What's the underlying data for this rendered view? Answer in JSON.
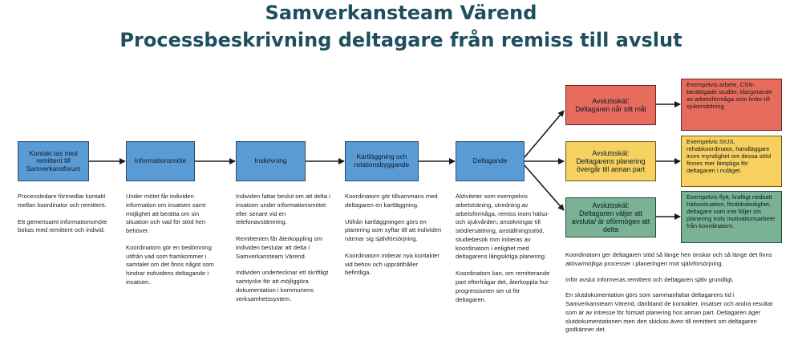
{
  "title": {
    "line1": "Samverkansteam Värend",
    "line2": "Processbeskrivning deltagare från remiss till avslut"
  },
  "steps": [
    {
      "label": "Kontakt tas med remittent till Samverkansforum"
    },
    {
      "label": "Informationsmöte"
    },
    {
      "label": "Inskrivning"
    },
    {
      "label": "Kartläggning och relationsbyggande"
    },
    {
      "label": "Deltagande"
    }
  ],
  "outcomes": [
    {
      "label1": "Avslutsskäl:",
      "label2": "Deltagaren når sitt mål",
      "color": "#e86c5d",
      "example": "Exempelvis arbete, CSN-berättigade studier, klargörande av arbetsförmåga som leder till sjukersättning"
    },
    {
      "label1": "Avslutsskäl:",
      "label2": "Deltagarens planering övergår till annan part",
      "color": "#f6d15f",
      "example": "Exempelvis SIUS, rehabkoordinator, handläggare inom myndighet om dessa stöd finnes mer lämpliga för deltagaren i nuläget."
    },
    {
      "label1": "Avslutsskäl:",
      "label2": "Deltagaren väljer att avsluta/ är oförmögen att delta",
      "color": "#79b294",
      "example": "Exempelvis flytt, kraftigt nedsatt hälsosituation, föräldraledighet, deltagare som inte följer sin planering trots motivationsarbete från koordinatorn."
    }
  ],
  "descriptions": {
    "kontakt": [
      "Processledare förmedlar kontakt mellan koordinator och remittent.",
      "Ett gemensamt informationsmöte bokas med remittent och individ."
    ],
    "informationsmote": [
      "Under mötet får individen information om insatsen samt möjlighet att berätta om sin situation och vad för stöd hen behöver.",
      "Koordinatorn gör en bedömning utifrån vad som framkommer i samtalet om det finns något som hindrar individens deltagande i insatsen."
    ],
    "inskrivning": [
      "Individen fattar beslut om att delta i insatsen under informationsmötet eller senare vid en telefonavstämning.",
      "Remittenten får återkoppling om individen beslutar att delta i Samverkansteam Värend.",
      "Individen undertecknar ett skriftligt samtycke för att möjliggöra dokumentation i kommunens verksamhetssystem."
    ],
    "kartlaggning": [
      "Koordinatorn gör tillsammans med deltagaren en kartläggning.",
      "Utifrån kartläggningen görs en planering som syftar till att individen närmar sig självförsörjning.",
      "Koordinatorn initierar nya kontakter vid behov och upprätthåller befintliga."
    ],
    "deltagande": [
      "Aktiviteter som exempelvis arbetsträning, utredning av arbetsförmåga, remiss inom hälso- och sjukvården, ansökningar till stöd/ersättning, anställningsstöd, studiebesök mm initieras av koordinatorn i enlighet med deltagarens långsiktiga planering.",
      "Koordinatorn kan, om remitterande part efterfrågar det, återkoppla hur progressionen ser ut för deltagaren."
    ],
    "avslut": [
      "Koordinatorn ger deltagaren stöd så länge hen önskar och så länge det finns aktiva/möjliga processer i planeringen mot självförsörjning.",
      "Inför avslut informeras remittent och deltagaren själv grundligt.",
      "En slutdokumentation görs som sammanfattar deltagarens tid i Samverkansteam Värend, däribland de kontakter, insatser och andra resultat som är av intresse för fortsatt planering hos annan part. Deltagaren äger slutdokumentationen men den skickas även till remittent om deltagaren godkänner det."
    ]
  }
}
